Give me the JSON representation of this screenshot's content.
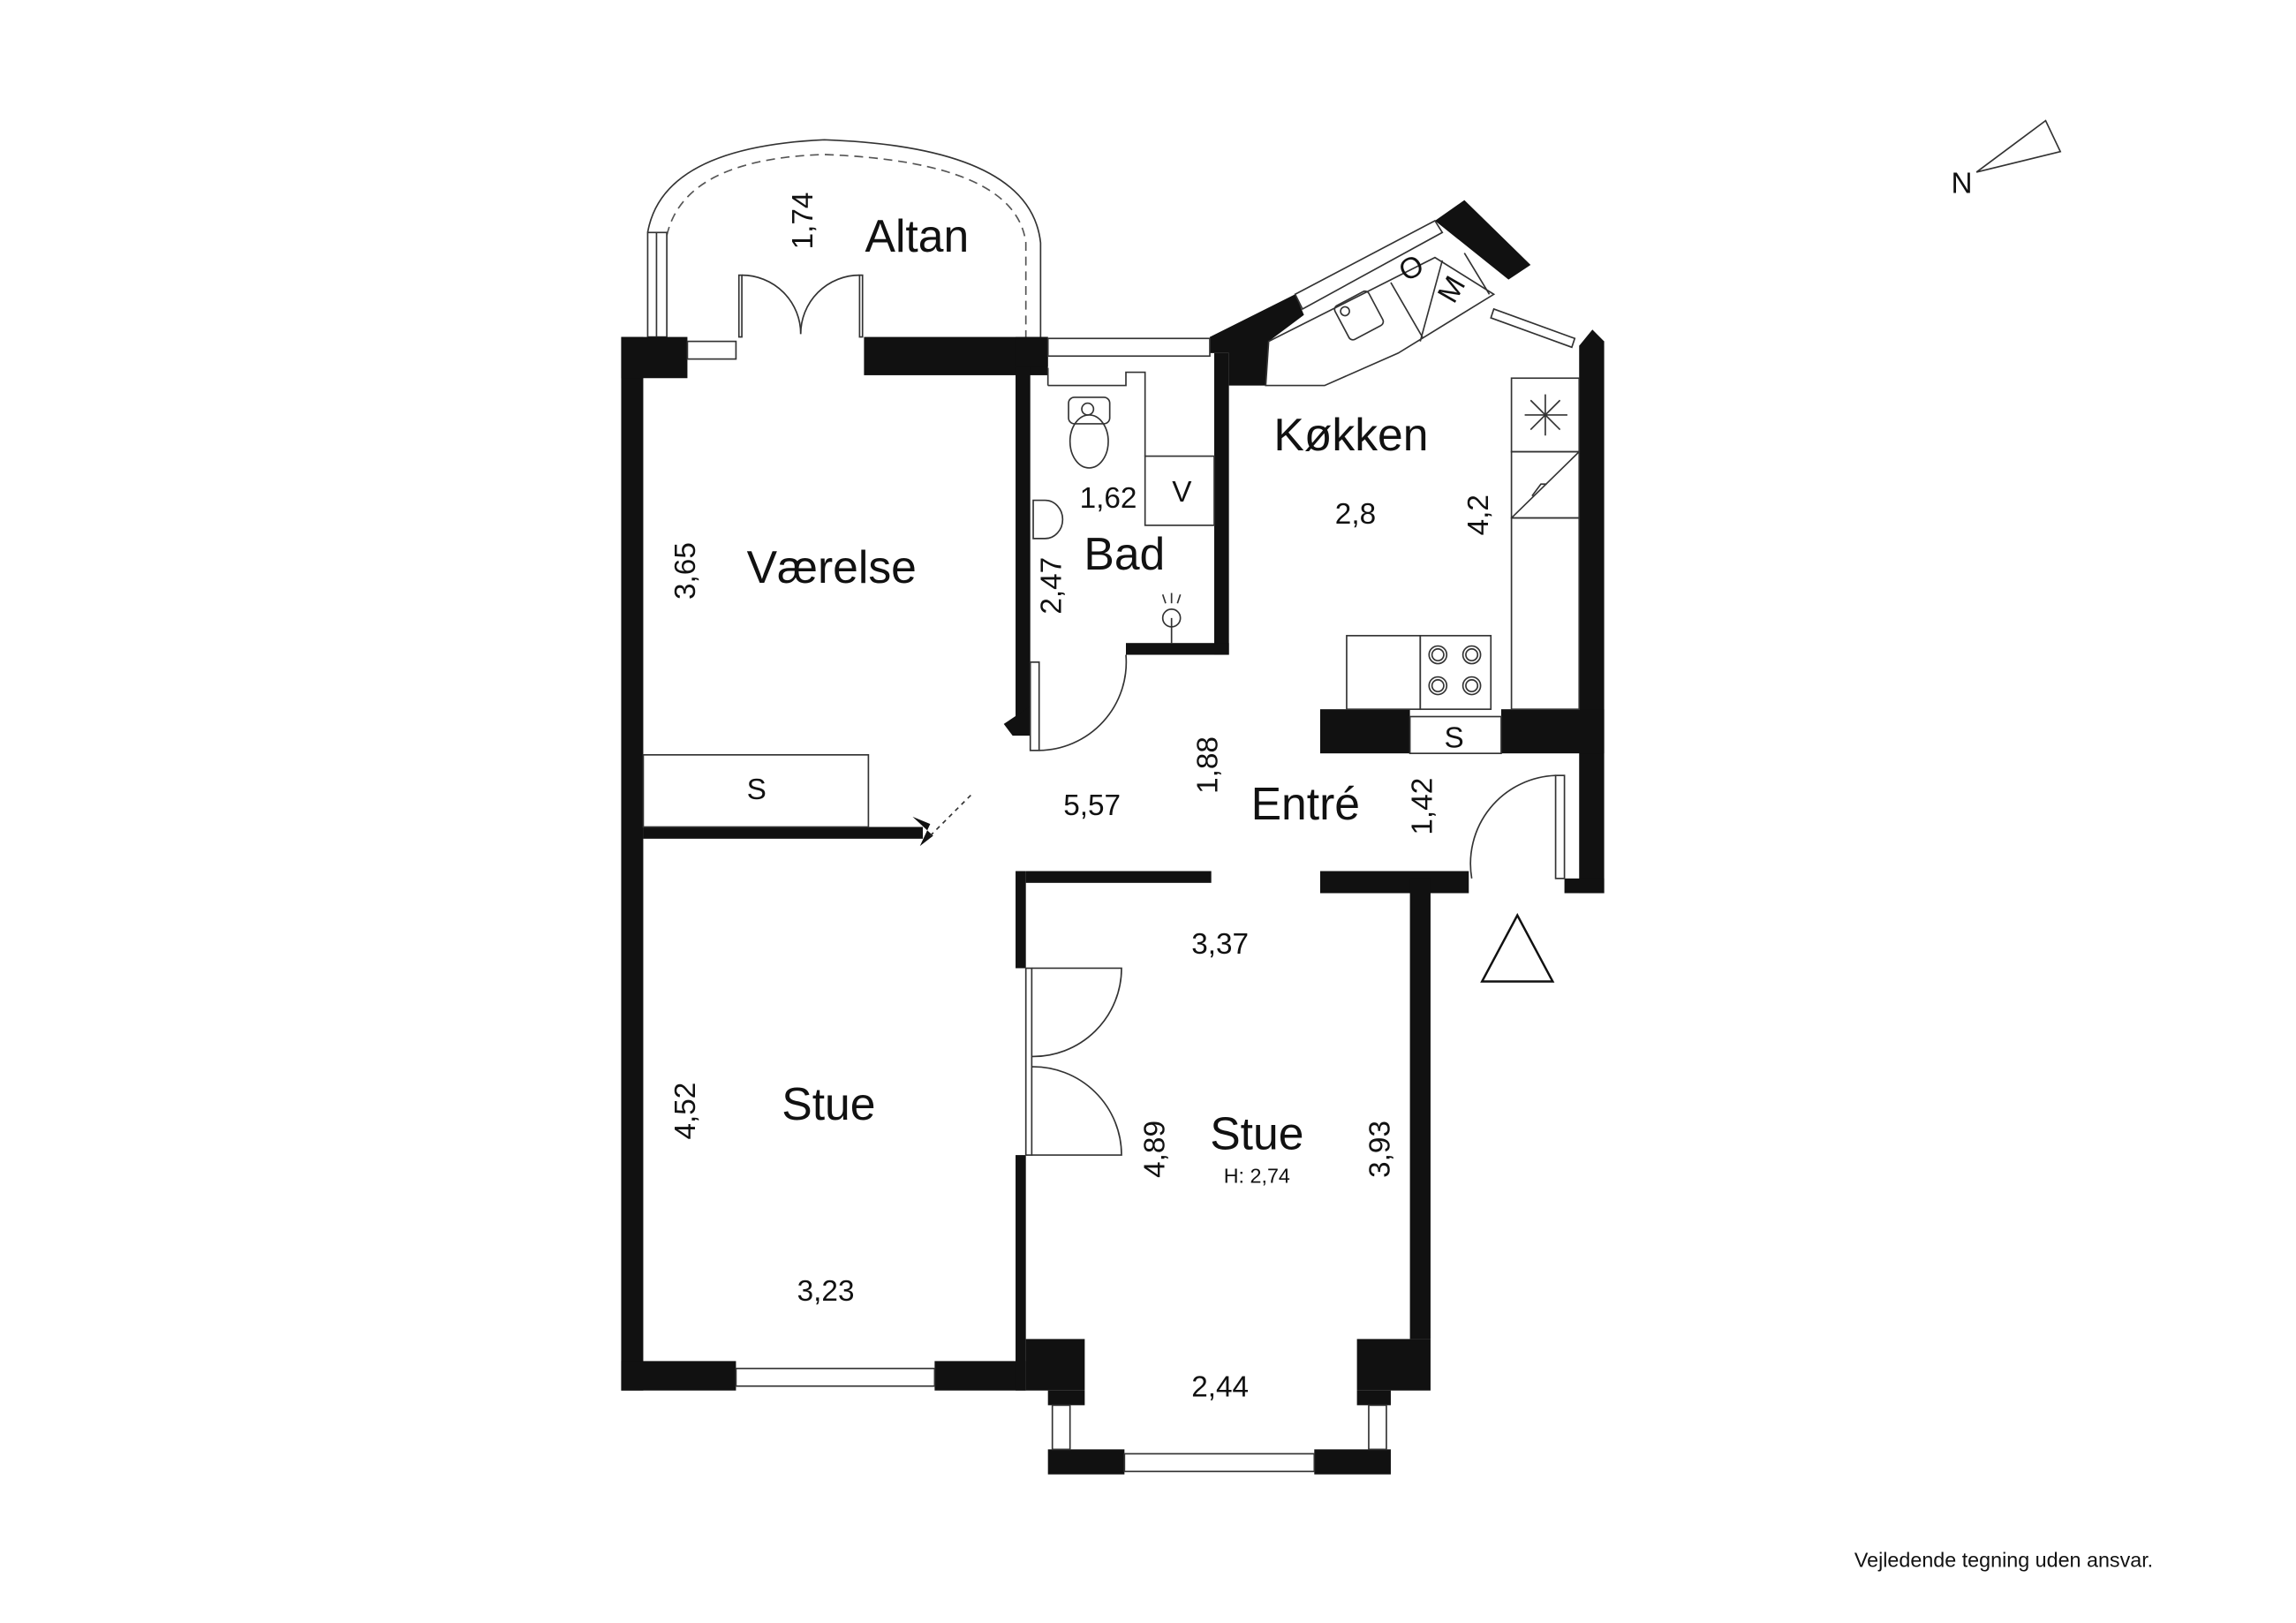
{
  "rooms": {
    "altan": {
      "label": "Altan",
      "dim": "1,74"
    },
    "vaerelse": {
      "label": "Værelse",
      "dim": "3,65",
      "closet": "S"
    },
    "bad": {
      "label": "Bad",
      "dim_w": "1,62",
      "dim_h": "2,47",
      "fixture": "V"
    },
    "kokken": {
      "label": "Køkken",
      "dim_w": "2,8",
      "dim_h": "4,2",
      "appliance_o": "O",
      "appliance_m": "M",
      "closet": "S"
    },
    "entre": {
      "label": "Entré",
      "dim_area": "5,57",
      "dim_a": "1,88",
      "dim_b": "1,42"
    },
    "stue_left": {
      "label": "Stue",
      "dim_h": "4,52",
      "dim_w": "3,23"
    },
    "stue_right": {
      "label": "Stue",
      "height": "H: 2,74",
      "dim_top": "3,37",
      "dim_left": "4,89",
      "dim_right": "3,93",
      "dim_bottom": "2,44"
    }
  },
  "compass": {
    "label": "N"
  },
  "footer": {
    "disclaimer": "Vejledende tegning uden ansvar."
  }
}
